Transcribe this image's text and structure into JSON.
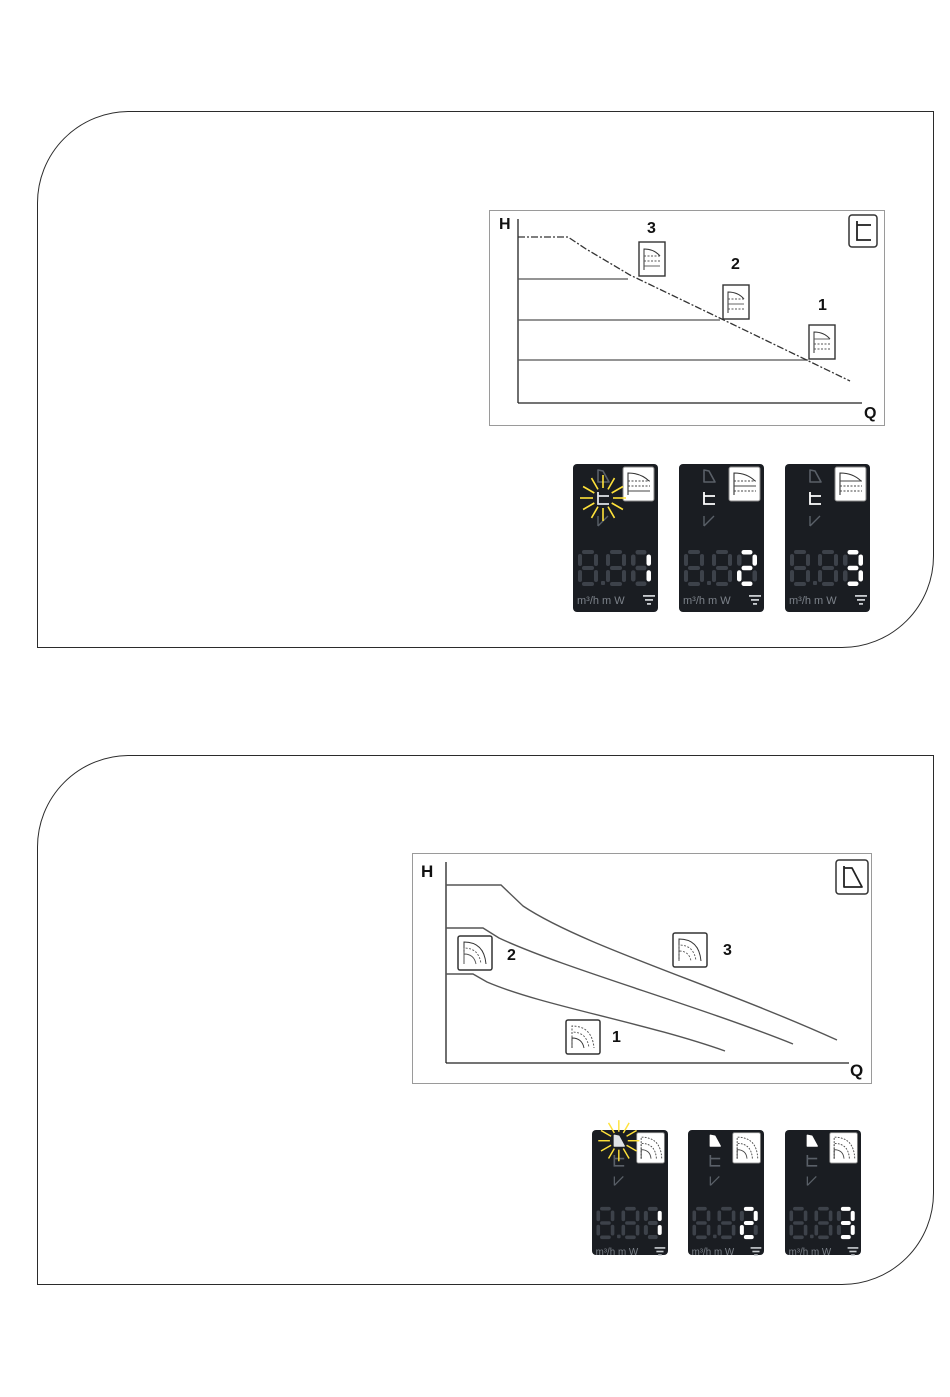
{
  "diagram_1": {
    "axis_y_label": "H",
    "axis_x_label": "Q",
    "curve_labels": [
      "1",
      "2",
      "3"
    ],
    "mode_icon": "constant-pressure-icon",
    "curve_icon": "constant-curve-icon"
  },
  "displays_1": [
    {
      "digit": "1",
      "mode_blinking": true,
      "units": "m³/h m  W"
    },
    {
      "digit": "2",
      "mode_blinking": false,
      "units": "m³/h m  W"
    },
    {
      "digit": "3",
      "mode_blinking": false,
      "units": "m³/h m  W"
    }
  ],
  "diagram_2": {
    "axis_y_label": "H",
    "axis_x_label": "Q",
    "curve_labels": [
      "1",
      "2",
      "3"
    ],
    "mode_icon": "proportional-pressure-icon",
    "curve_icon": "proportional-curve-icon"
  },
  "displays_2": [
    {
      "digit": "1",
      "mode_blinking": true,
      "units": "m³/h m  W"
    },
    {
      "digit": "2",
      "mode_blinking": false,
      "units": "m³/h m  W"
    },
    {
      "digit": "3",
      "mode_blinking": false,
      "units": "m³/h m  W"
    }
  ],
  "colors": {
    "blink": "#ffe23a",
    "lcd_bg": "#1a1d22",
    "seg_on": "#ffffff",
    "seg_off": "#3d424a"
  }
}
